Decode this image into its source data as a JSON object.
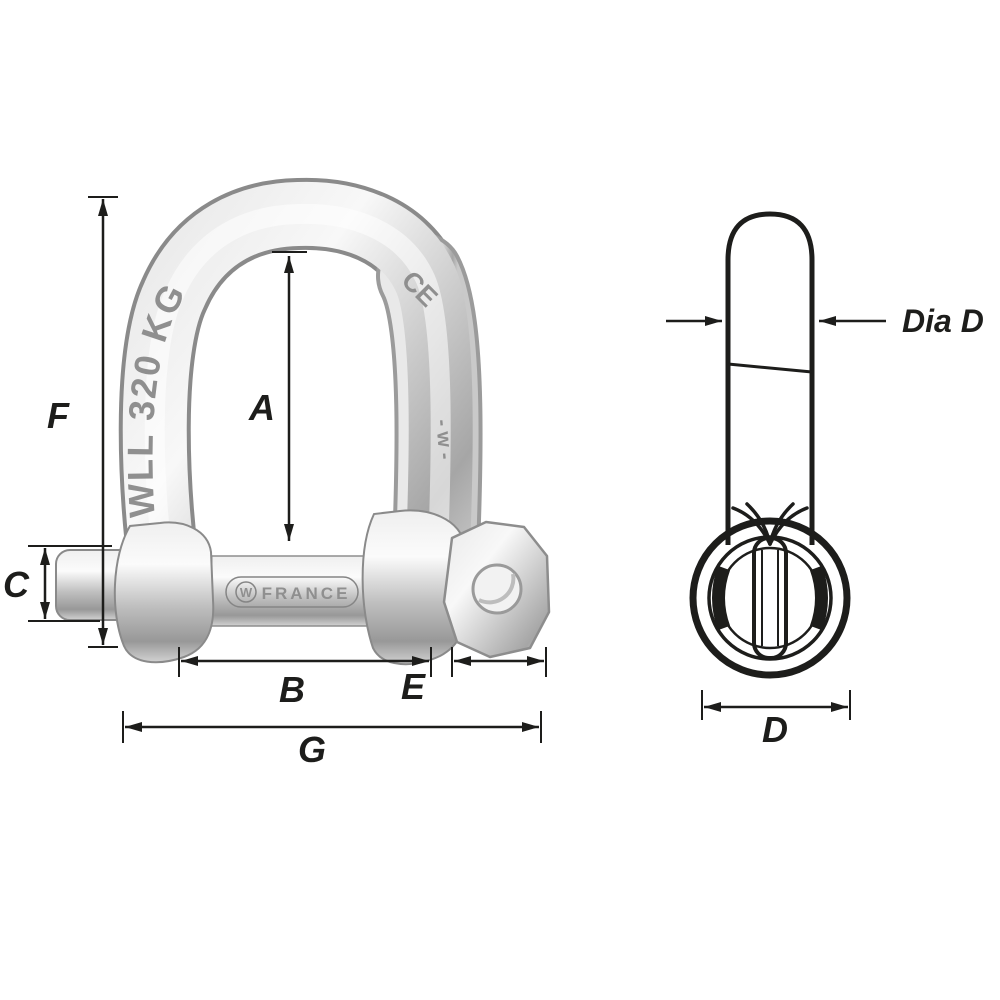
{
  "page": {
    "background": "#ffffff"
  },
  "front_view": {
    "dimensions": {
      "F": "F",
      "A": "A",
      "C": "C",
      "B": "B",
      "E": "E",
      "G": "G"
    },
    "markings": {
      "wll": "WLL 320 KG",
      "ce": "CE",
      "side": "- w -",
      "pin_logo": "W",
      "pin_stamp": "FRANCE"
    }
  },
  "side_view": {
    "dimensions": {
      "D": "D",
      "dia": "Dia D"
    }
  },
  "colors": {
    "line": "#1d1d1b",
    "engraving": "#8f8f8f",
    "steel_light": "#f7f7f7",
    "steel_mid": "#cfcfcf",
    "steel_dark": "#9b9b9b"
  }
}
